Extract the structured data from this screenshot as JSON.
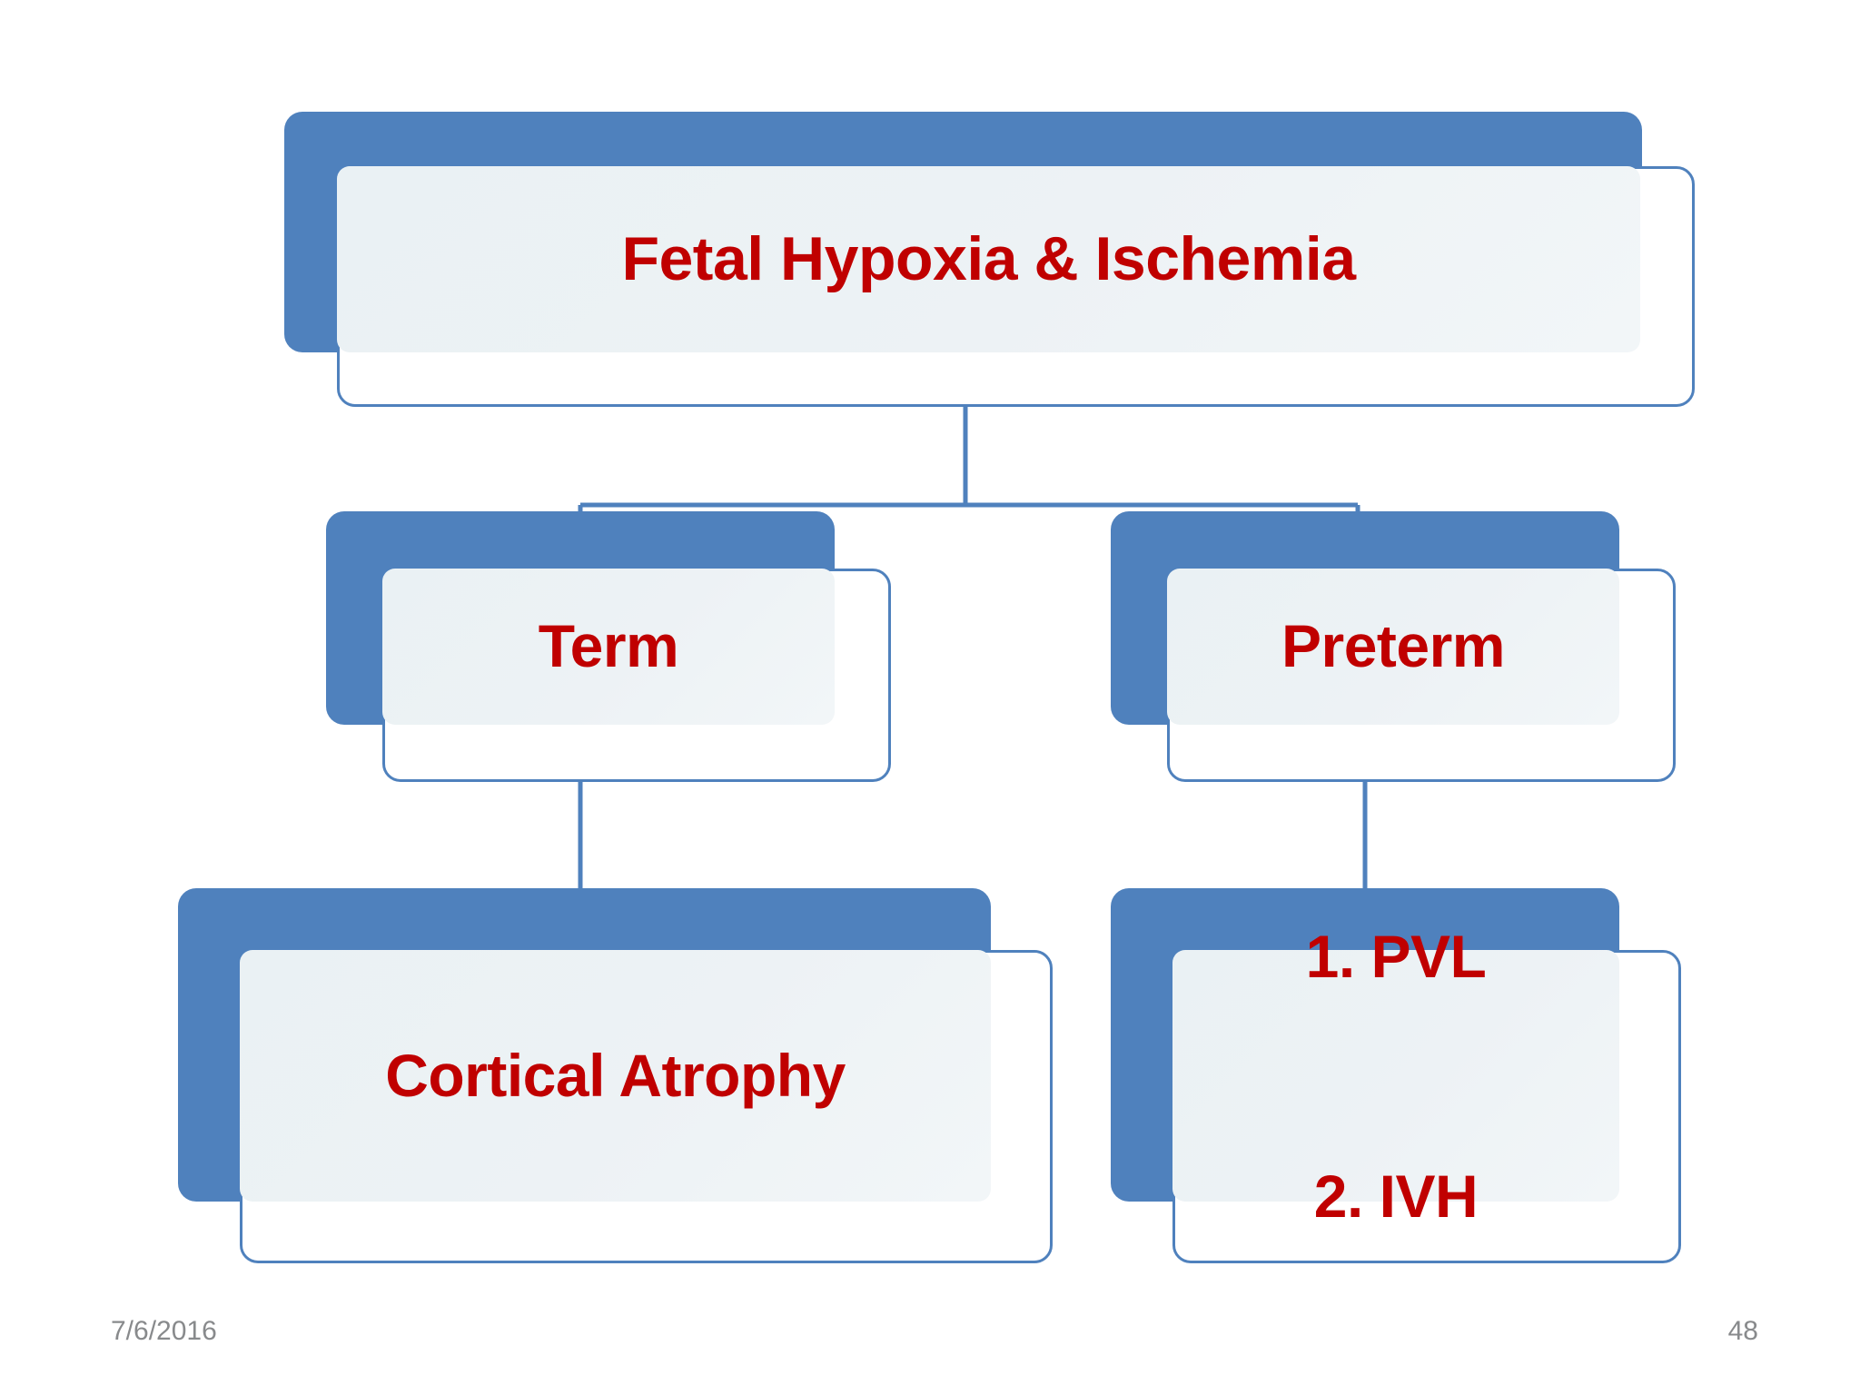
{
  "slide": {
    "title": "Fetal Hypoxia & Ischemia",
    "footer_date": "7/6/2016",
    "page_number": "48"
  },
  "colors": {
    "node_blue": "#4f81bd",
    "node_fill": "#eaf1f4",
    "text_red": "#c00000",
    "outline_blue": "#4f81bd",
    "footer_gray": "#888a8c",
    "background": "#ffffff"
  },
  "diagram": {
    "type": "hierarchy",
    "nodes": [
      {
        "id": "root",
        "label": "Fetal Hypoxia & Ischemia",
        "level": 0,
        "parent": null
      },
      {
        "id": "term",
        "label": "Term",
        "level": 1,
        "parent": "root"
      },
      {
        "id": "preterm",
        "label": "Preterm",
        "level": 1,
        "parent": "root"
      },
      {
        "id": "cortical",
        "label": "Cortical Atrophy",
        "level": 2,
        "parent": "term"
      },
      {
        "id": "pvlivh",
        "label": "1. PVL\n\n2. IVH",
        "level": 2,
        "parent": "preterm",
        "items": [
          "1. PVL",
          "2. IVH"
        ]
      }
    ],
    "connectors": [
      {
        "from": "root",
        "to": "term"
      },
      {
        "from": "root",
        "to": "preterm"
      },
      {
        "from": "term",
        "to": "cortical"
      },
      {
        "from": "preterm",
        "to": "pvlivh"
      }
    ]
  }
}
